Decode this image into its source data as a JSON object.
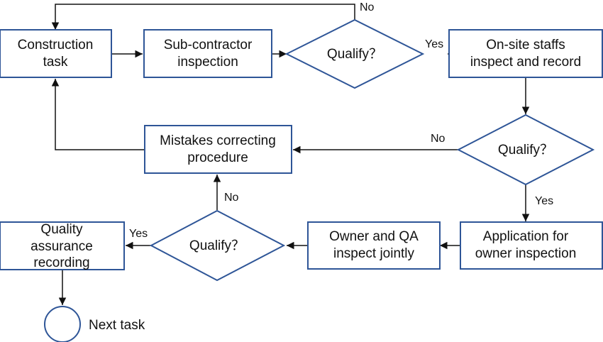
{
  "colors": {
    "node_stroke": "#2e5597",
    "line": "#111111",
    "text": "#111111"
  },
  "nodes": {
    "construction_task": {
      "lines": [
        "Construction",
        "task"
      ]
    },
    "subcontractor_inspection": {
      "lines": [
        "Sub-contractor",
        "inspection"
      ]
    },
    "qualify_1": {
      "label": "Qualify？"
    },
    "onsite_staffs": {
      "lines": [
        "On-site staffs",
        "inspect and record"
      ]
    },
    "qualify_2": {
      "label": "Qualify？"
    },
    "mistakes_correcting": {
      "lines": [
        "Mistakes correcting",
        "procedure"
      ]
    },
    "application_owner": {
      "lines": [
        "Application for",
        "owner inspection"
      ]
    },
    "owner_qa": {
      "lines": [
        "Owner and QA",
        "inspect jointly"
      ]
    },
    "qualify_3": {
      "label": "Qualify？"
    },
    "quality_assurance": {
      "lines": [
        "Quality",
        "assurance",
        "recording"
      ]
    },
    "next_task": {
      "label": "Next task"
    }
  },
  "edge_labels": {
    "q1_no": "No",
    "q1_yes": "Yes",
    "q2_no": "No",
    "q2_yes": "Yes",
    "q3_no": "No",
    "q3_yes": "Yes"
  }
}
